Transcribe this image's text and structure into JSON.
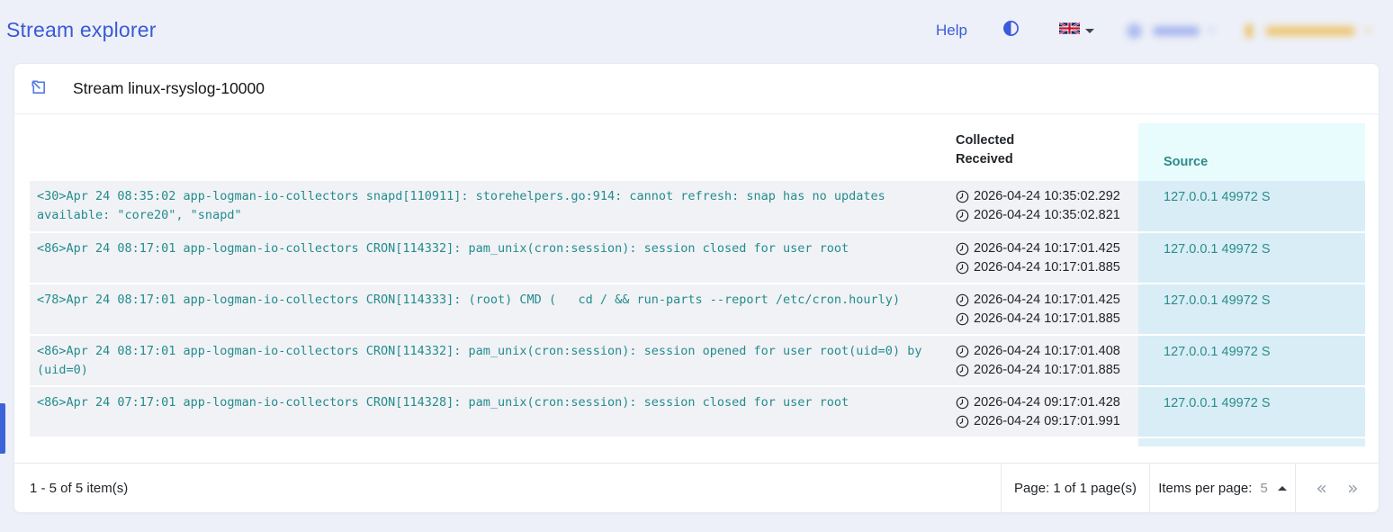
{
  "app": {
    "title": "Stream explorer"
  },
  "header": {
    "help_label": "Help",
    "icons": {
      "theme_toggle": "half-circle-contrast-icon",
      "language": "uk-flag-icon",
      "user_menu": "blurred-user-menu",
      "tenant_menu": "blurred-tenant-menu"
    }
  },
  "card": {
    "title": "Stream linux-rsyslog-10000",
    "expand_icon": "pop-in-arrow-icon"
  },
  "table": {
    "headers": {
      "message": "",
      "collected": "Collected",
      "received": "Received",
      "source": "Source"
    },
    "rows": [
      {
        "message": "<30>Apr 24 08:35:02 app-logman-io-collectors snapd[110911]: storehelpers.go:914: cannot refresh: snap has no updates available: \"core20\", \"snapd\"",
        "collected": "2026-04-24 10:35:02.292",
        "received": "2026-04-24 10:35:02.821",
        "source": "127.0.0.1 49972 S"
      },
      {
        "message": "<86>Apr 24 08:17:01 app-logman-io-collectors CRON[114332]: pam_unix(cron:session): session closed for user root",
        "collected": "2026-04-24 10:17:01.425",
        "received": "2026-04-24 10:17:01.885",
        "source": "127.0.0.1 49972 S"
      },
      {
        "message": "<78>Apr 24 08:17:01 app-logman-io-collectors CRON[114333]: (root) CMD (   cd / && run-parts --report /etc/cron.hourly)",
        "collected": "2026-04-24 10:17:01.425",
        "received": "2026-04-24 10:17:01.885",
        "source": "127.0.0.1 49972 S"
      },
      {
        "message": "<86>Apr 24 08:17:01 app-logman-io-collectors CRON[114332]: pam_unix(cron:session): session opened for user root(uid=0) by (uid=0)",
        "collected": "2026-04-24 10:17:01.408",
        "received": "2026-04-24 10:17:01.885",
        "source": "127.0.0.1 49972 S"
      },
      {
        "message": "<86>Apr 24 07:17:01 app-logman-io-collectors CRON[114328]: pam_unix(cron:session): session closed for user root",
        "collected": "2026-04-24 09:17:01.428",
        "received": "2026-04-24 09:17:01.991",
        "source": "127.0.0.1 49972 S"
      }
    ]
  },
  "footer": {
    "items_summary": "1 - 5 of 5 item(s)",
    "page_summary": "Page: 1 of 1 page(s)",
    "items_per_page_label": "Items per page:",
    "items_per_page_value": "5",
    "first_page_icon": "«",
    "last_page_icon": "»"
  },
  "colors": {
    "accent_blue": "#3b5bdb",
    "log_teal": "#238c8c",
    "source_header_bg": "#e8fbfd",
    "source_cell_bg": "#d9edf6",
    "row_bg": "#f1f2f6",
    "page_bg": "#edf0f8"
  }
}
